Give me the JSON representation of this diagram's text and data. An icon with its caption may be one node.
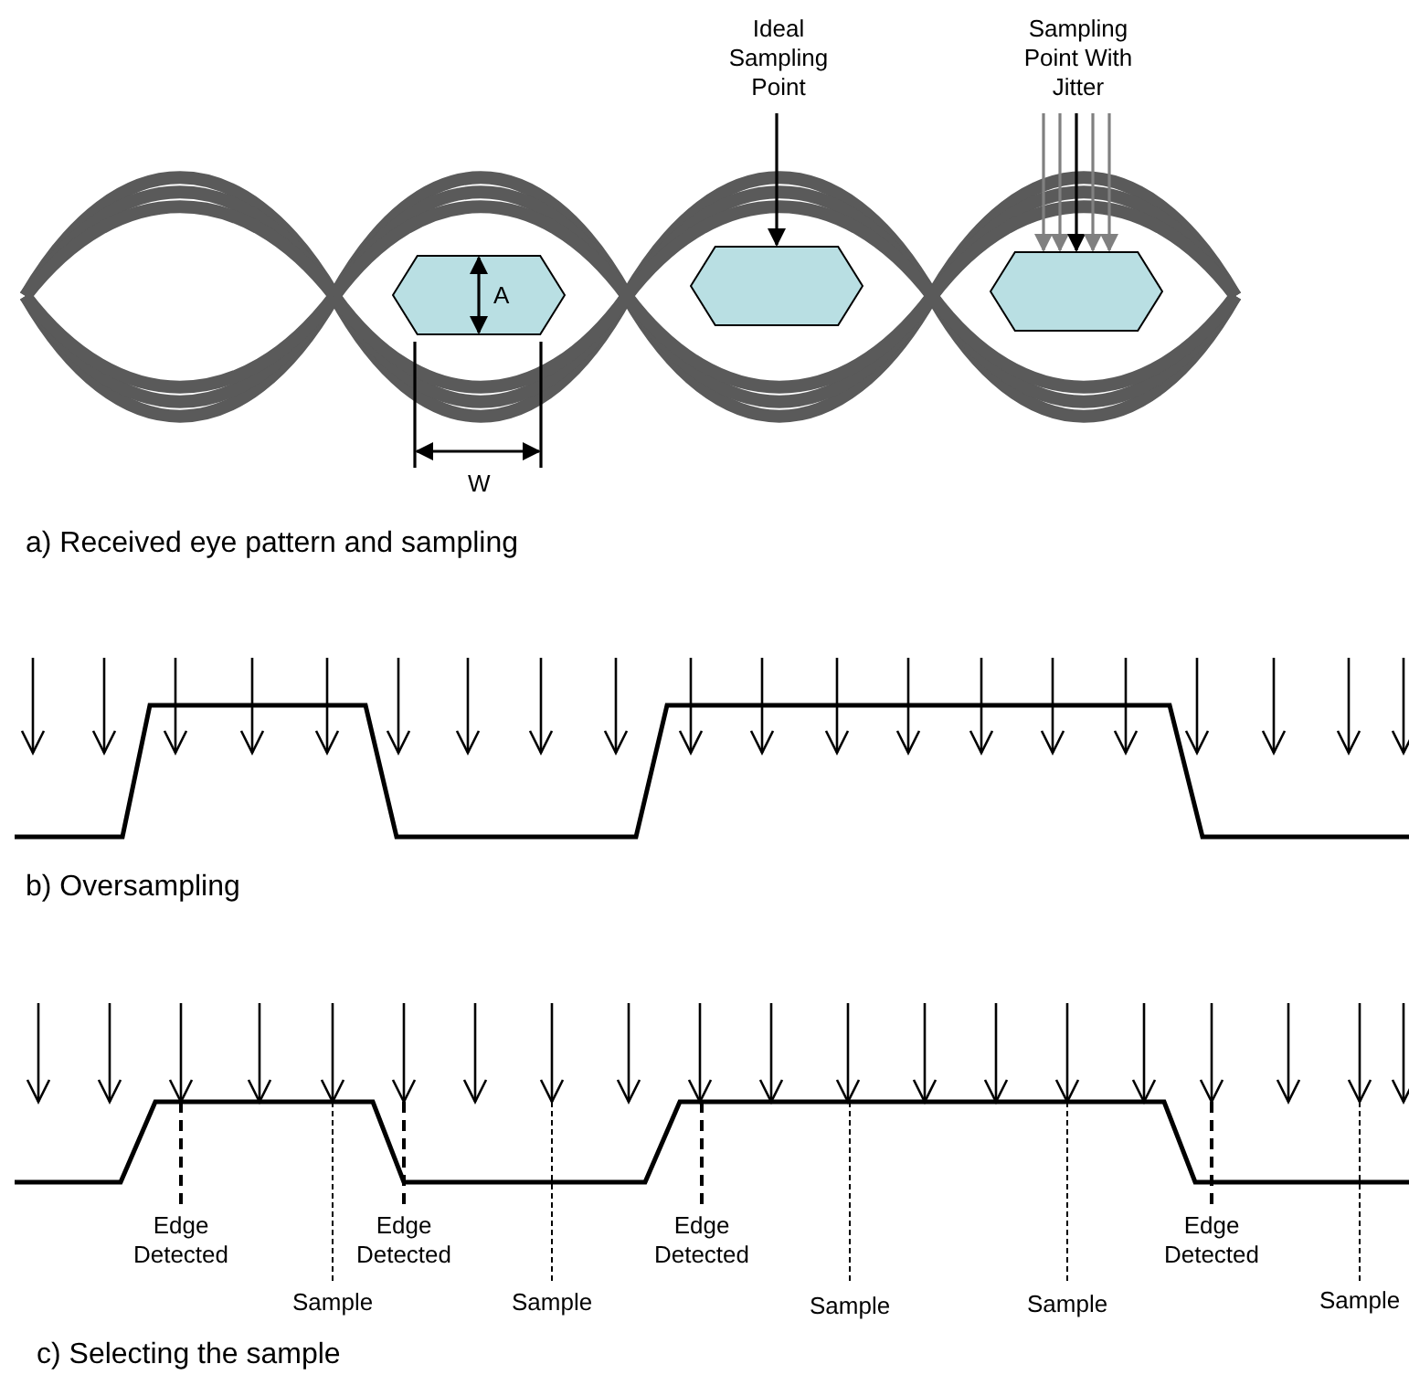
{
  "diagram": {
    "nodes": [
      {
        "text": [],
        "shape": "hexagon"
      },
      {
        "text": [
          "Ideal Sampling Point"
        ]
      },
      {
        "text": [],
        "shape": "hexagon"
      },
      {
        "text": [
          "Sampling Point With Jitter"
        ]
      },
      {
        "text": [],
        "shape": "hexagon"
      }
    ],
    "edges": [
      {
        "from": 1,
        "to": 2,
        "arrow": "to",
        "color": "#000000"
      },
      {
        "from": 3,
        "to": 4,
        "arrow": "to",
        "color": "#808080"
      },
      {
        "from": 3,
        "to": 4,
        "arrow": "to",
        "color": "#808080"
      },
      {
        "from": 3,
        "to": 4,
        "arrow": "to",
        "color": "#000000"
      },
      {
        "from": 3,
        "to": 4,
        "arrow": "to",
        "color": "#808080"
      },
      {
        "from": 3,
        "to": 4,
        "arrow": "to",
        "color": "#808080"
      }
    ],
    "labels": [
      "A",
      "W",
      "a) Received eye pattern and sampling",
      "b) Oversampling",
      "Edge Detected",
      "Edge Detected",
      "Edge Detected",
      "Edge Detected",
      "Sample",
      "Sample",
      "Sample",
      "Sample",
      "Sample",
      "c) Selecting the sample"
    ]
  }
}
